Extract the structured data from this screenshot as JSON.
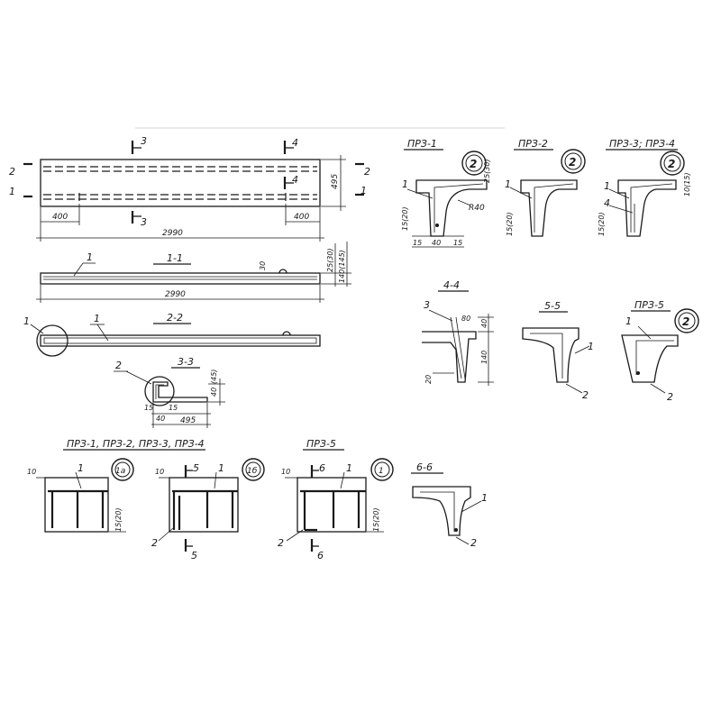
{
  "plan": {
    "section_marks": {
      "s2": "2",
      "s1": "1",
      "s3": "3",
      "s3b": "3",
      "s4": "4",
      "s4b": "4",
      "s2r": "2",
      "s1r": "1"
    },
    "dims": {
      "left": "400",
      "right": "400",
      "total": "2990",
      "height": "495"
    }
  },
  "section_1_1": {
    "title": "1-1",
    "pos": "1",
    "dims": {
      "top": "30",
      "h1": "25(30)",
      "h2": "140(145)",
      "total": "2990"
    }
  },
  "section_2_2": {
    "title": "2-2",
    "pos_left": "1",
    "pos_mid": "1"
  },
  "section_3_3": {
    "title": "3-3",
    "pos": "2",
    "dims": {
      "h": "40",
      "h_alt": "(45)",
      "a": "15",
      "b": "15",
      "c": "40",
      "width": "495"
    }
  },
  "pz1": {
    "title": "ПРЗ-1",
    "tag": "2",
    "pos": "1",
    "dims": {
      "top": "25(30)",
      "side": "15(20)",
      "a": "15",
      "b": "40",
      "c": "15",
      "radius": "R40"
    }
  },
  "pz2": {
    "title": "ПРЗ-2",
    "tag": "2",
    "pos": "1",
    "dims": {
      "side": "15(20)"
    }
  },
  "pz34": {
    "title": "ПРЗ-3; ПРЗ-4",
    "tag": "2",
    "pos1": "1",
    "pos4": "4",
    "dims": {
      "top": "10(15)",
      "side": "15(20)"
    }
  },
  "section_4_4": {
    "title": "4-4",
    "pos": "3",
    "dims": {
      "top": "80",
      "h1": "40",
      "h2": "140",
      "side": "20"
    }
  },
  "section_5_5": {
    "title": "5-5",
    "pos1": "1",
    "pos2": "2"
  },
  "pz5_sec": {
    "title": "ПРЗ-5",
    "tag": "2",
    "pos1": "1",
    "pos2": "2"
  },
  "frame_a": {
    "title": "ПРЗ-1, ПРЗ-2, ПРЗ-3, ПРЗ-4",
    "tag": "1а",
    "pos": "1",
    "dims": {
      "top": "10",
      "side": "15(20)"
    }
  },
  "frame_b": {
    "tag": "1б",
    "pos1": "1",
    "pos2": "2",
    "mark5": "5",
    "mark5b": "5",
    "dims": {
      "top": "10"
    }
  },
  "frame_c": {
    "title": "ПРЗ-5",
    "tag": "1",
    "pos1": "1",
    "pos2": "2",
    "mark6": "6",
    "mark6b": "6",
    "dims": {
      "top": "10",
      "side": "15(20)"
    }
  },
  "section_6_6": {
    "title": "6-6",
    "pos1": "1",
    "pos2": "2"
  }
}
